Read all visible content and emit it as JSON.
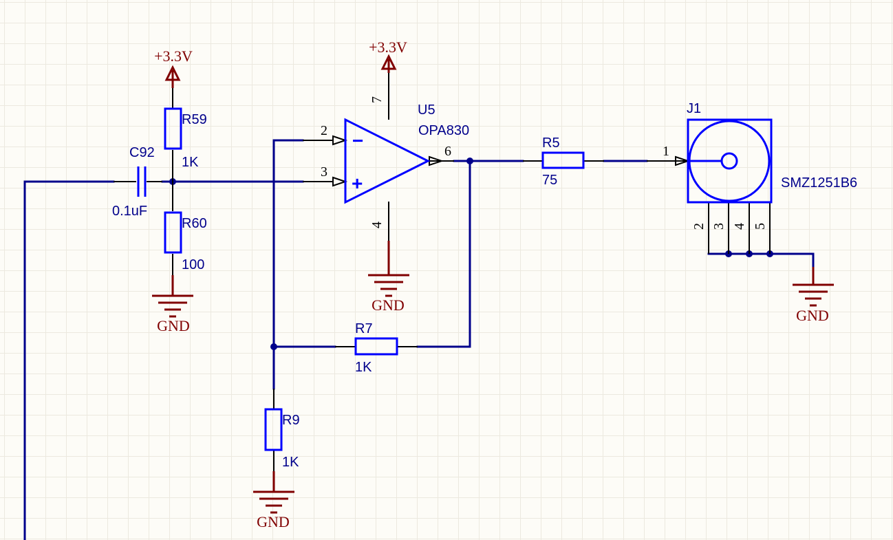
{
  "power": {
    "vcc_label": "+3.3V",
    "gnd_label": "GND"
  },
  "components": {
    "r59": {
      "ref": "R59",
      "value": "1K"
    },
    "r60": {
      "ref": "R60",
      "value": "100"
    },
    "c92": {
      "ref": "C92",
      "value": "0.1uF"
    },
    "u5": {
      "ref": "U5",
      "value": "OPA830",
      "pins": {
        "inv": "2",
        "noninv": "3",
        "out": "6",
        "vplus": "7",
        "vminus": "4"
      },
      "minus_sign": "−",
      "plus_sign": "+"
    },
    "r5": {
      "ref": "R5",
      "value": "75"
    },
    "r7": {
      "ref": "R7",
      "value": "1K"
    },
    "r9": {
      "ref": "R9",
      "value": "1K"
    },
    "j1": {
      "ref": "J1",
      "value": "SMZ1251B6",
      "pins": {
        "p1": "1",
        "p2": "2",
        "p3": "3",
        "p4": "4",
        "p5": "5"
      }
    }
  },
  "colors": {
    "wire": "#00008b",
    "component": "#0000ff",
    "power": "#800000",
    "pin": "#000000",
    "background": "#fdfcf7"
  }
}
